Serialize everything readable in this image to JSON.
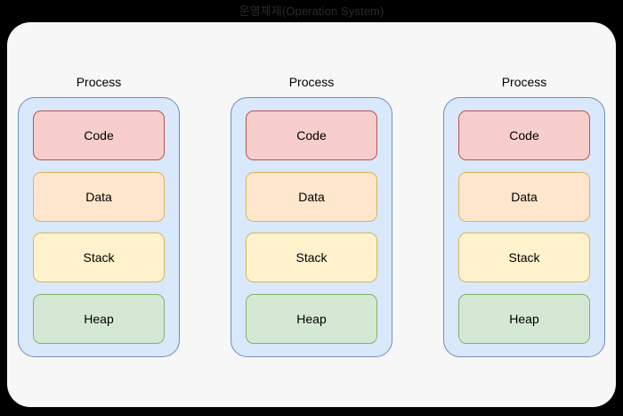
{
  "diagram": {
    "title": "운영체제(Operation System)",
    "colors": {
      "background": "#000000",
      "os_panel_fill": "#f7f7f7",
      "process_fill": "#dae8fc",
      "process_border": "#6c8ebf",
      "code_fill": "#f8cecc",
      "code_border": "#b85450",
      "data_fill": "#ffe6cc",
      "data_border": "#d6b656",
      "stack_fill": "#fff2cc",
      "stack_border": "#d6b656",
      "heap_fill": "#d5e8d4",
      "heap_border": "#82b366",
      "title_text": "#2b2b2b"
    },
    "processes": [
      {
        "label": "Process",
        "segments": [
          {
            "label": "Code"
          },
          {
            "label": "Data"
          },
          {
            "label": "Stack"
          },
          {
            "label": "Heap"
          }
        ]
      },
      {
        "label": "Process",
        "segments": [
          {
            "label": "Code"
          },
          {
            "label": "Data"
          },
          {
            "label": "Stack"
          },
          {
            "label": "Heap"
          }
        ]
      },
      {
        "label": "Process",
        "segments": [
          {
            "label": "Code"
          },
          {
            "label": "Data"
          },
          {
            "label": "Stack"
          },
          {
            "label": "Heap"
          }
        ]
      }
    ]
  }
}
